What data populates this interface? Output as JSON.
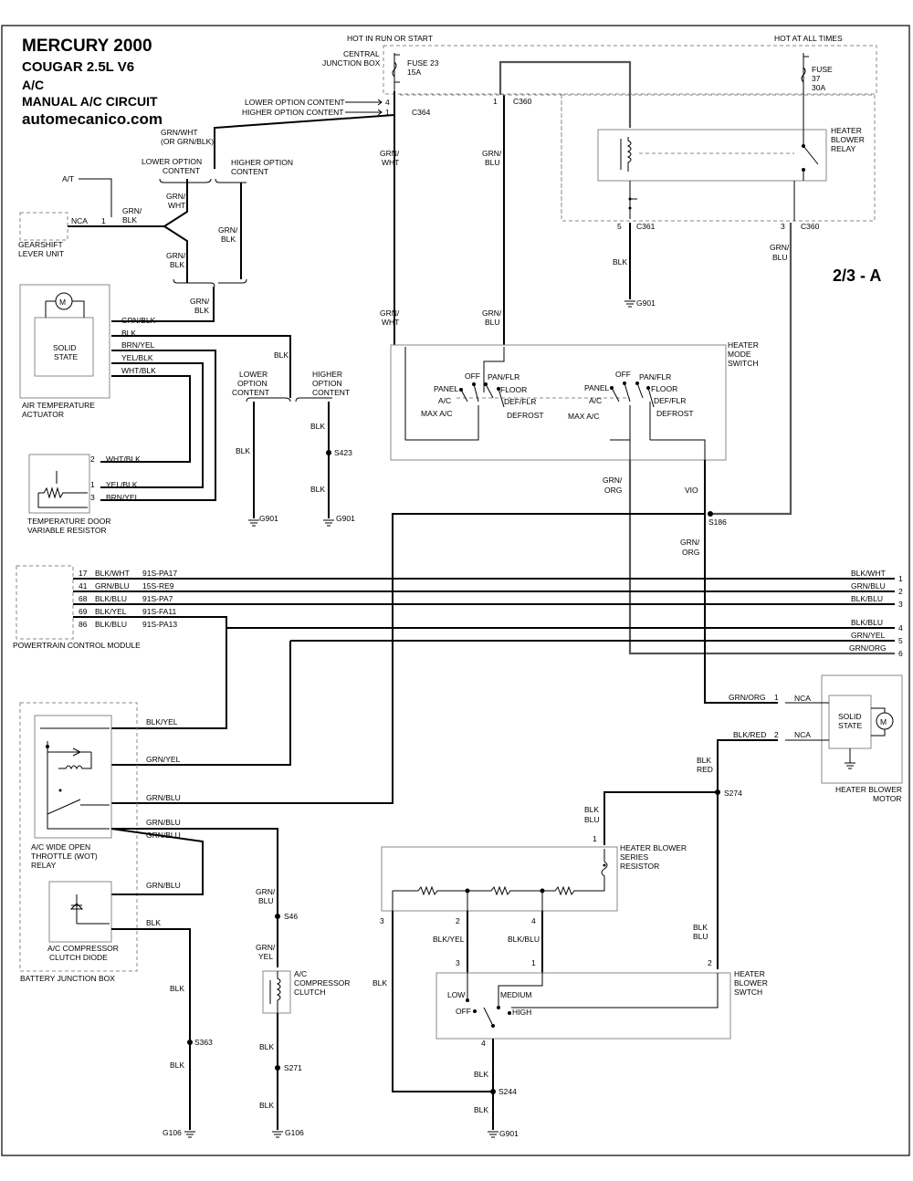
{
  "header": {
    "make_year": "MERCURY 2000",
    "model_engine": "COUGAR  2.5L  V6",
    "system": "A/C",
    "circuit": "MANUAL A/C CIRCUIT",
    "website": "automecanico.com"
  },
  "page_code": "2/3 - A",
  "power": {
    "hot_run_start": "HOT IN RUN OR START",
    "hot_all_times": "HOT AT ALL TIMES",
    "cjb_line1": "CENTRAL",
    "cjb_line2": "JUNCTION BOX",
    "fuse23_a": "FUSE 23",
    "fuse23_b": "15A",
    "fuse37_a": "FUSE",
    "fuse37_b": "37",
    "fuse37_c": "30A"
  },
  "connectors": {
    "c364": "C364",
    "c360a": "C360",
    "c361": "C361",
    "c360b": "C360",
    "pin4": "4",
    "pin1": "1",
    "pin1b": "1",
    "pin5": "5",
    "pin3": "3"
  },
  "option_labels": {
    "lower_option": "LOWER OPTION CONTENT",
    "higher_option": "HIGHER OPTION CONTENT",
    "lower_l1": "LOWER OPTION",
    "lower_l2": "CONTENT",
    "higher_l1": "HIGHER OPTION",
    "higher_l2": "CONTENT",
    "lower2_l1": "LOWER",
    "lower2_l2": "OPTION",
    "lower2_l3": "CONTENT",
    "higher2_l1": "HIGHER",
    "higher2_l2": "OPTION",
    "higher2_l3": "CONTENT"
  },
  "wires": {
    "grnwht_or_1": "GRN/WHT",
    "grnwht_or_2": "(OR GRN/BLK)",
    "grn_slash": "GRN/",
    "wht": "WHT",
    "blu": "BLU",
    "blk": "BLK",
    "org": "ORG",
    "red": "RED",
    "yel": "YEL",
    "vio": "VIO",
    "grn_blk": "GRN/BLK",
    "brn_yel": "BRN/YEL",
    "yel_blk": "YEL/BLK",
    "wht_blk": "WHT/BLK",
    "blk_yel": "BLK/YEL",
    "grn_yel": "GRN/YEL",
    "grn_blu": "GRN/BLU",
    "blk_blu": "BLK/BLU",
    "grn_org": "GRN/ORG",
    "blk_red": "BLK/RED",
    "blk_wht": "BLK/WHT",
    "at": "A/T",
    "nca": "NCA"
  },
  "components": {
    "gearshift_1": "GEARSHIFT",
    "gearshift_2": "LEVER UNIT",
    "solid": "SOLID",
    "state": "STATE",
    "air_temp_1": "AIR TEMPERATURE",
    "air_temp_2": "ACTUATOR",
    "temp_door_1": "TEMPERATURE DOOR",
    "temp_door_2": "VARIABLE RESISTOR",
    "relay_1": "HEATER",
    "relay_2": "BLOWER",
    "relay_3": "RELAY",
    "mode_1": "HEATER",
    "mode_2": "MODE",
    "mode_3": "SWITCH",
    "pcm": "POWERTRAIN CONTROL MODULE",
    "wot_1": "A/C WIDE OPEN",
    "wot_2": "THROTTLE (WOT)",
    "wot_3": "RELAY",
    "diode_1": "A/C COMPRESSOR",
    "diode_2": "CLUTCH DIODE",
    "bjb": "BATTERY JUNCTION BOX",
    "clutch_1": "A/C",
    "clutch_2": "COMPRESSOR",
    "clutch_3": "CLUTCH",
    "resistor_1": "HEATER BLOWER",
    "resistor_2": "SERIES",
    "resistor_3": "RESISTOR",
    "bswitch_1": "HEATER",
    "bswitch_2": "BLOWER",
    "bswitch_3": "SWTCH",
    "motor_1": "HEATER BLOWER",
    "motor_2": "MOTOR",
    "motor_m": "M"
  },
  "switch_positions": {
    "off": "OFF",
    "pan_flr": "PAN/FLR",
    "panel": "PANEL",
    "floor": "FLOOR",
    "ac": "A/C",
    "def_flr": "DEF/FLR",
    "max_ac": "MAX A/C",
    "defrost": "DEFROST",
    "low": "LOW",
    "medium": "MEDIUM",
    "high": "HIGH"
  },
  "splices": {
    "s423": "S423",
    "s186": "S186",
    "s46": "S46",
    "s363": "S363",
    "s271": "S271",
    "s274": "S274",
    "s244": "S244"
  },
  "grounds": {
    "g901": "G901",
    "g106": "G106"
  },
  "pcm_pins": [
    {
      "pin": "17",
      "color": "BLK/WHT",
      "circuit": "91S-PA17",
      "out_color": "BLK/WHT",
      "out_num": "1"
    },
    {
      "pin": "41",
      "color": "GRN/BLU",
      "circuit": "15S-RE9",
      "out_color": "GRN/BLU",
      "out_num": "2"
    },
    {
      "pin": "68",
      "color": "BLK/BLU",
      "circuit": "91S-PA7",
      "out_color": "BLK/BLU",
      "out_num": "3"
    },
    {
      "pin": "69",
      "color": "BLK/YEL",
      "circuit": "91S-FA11",
      "out_color": "BLK/BLU",
      "out_num": "4"
    },
    {
      "pin": "86",
      "color": "BLK/BLU",
      "circuit": "91S-PA13",
      "out_color": "GRN/YEL",
      "out_num": "5"
    }
  ],
  "extra_out": {
    "color": "GRN/ORG",
    "num": "6"
  },
  "pins": {
    "p2": "2",
    "p1": "1",
    "p3": "3",
    "p4": "4"
  }
}
